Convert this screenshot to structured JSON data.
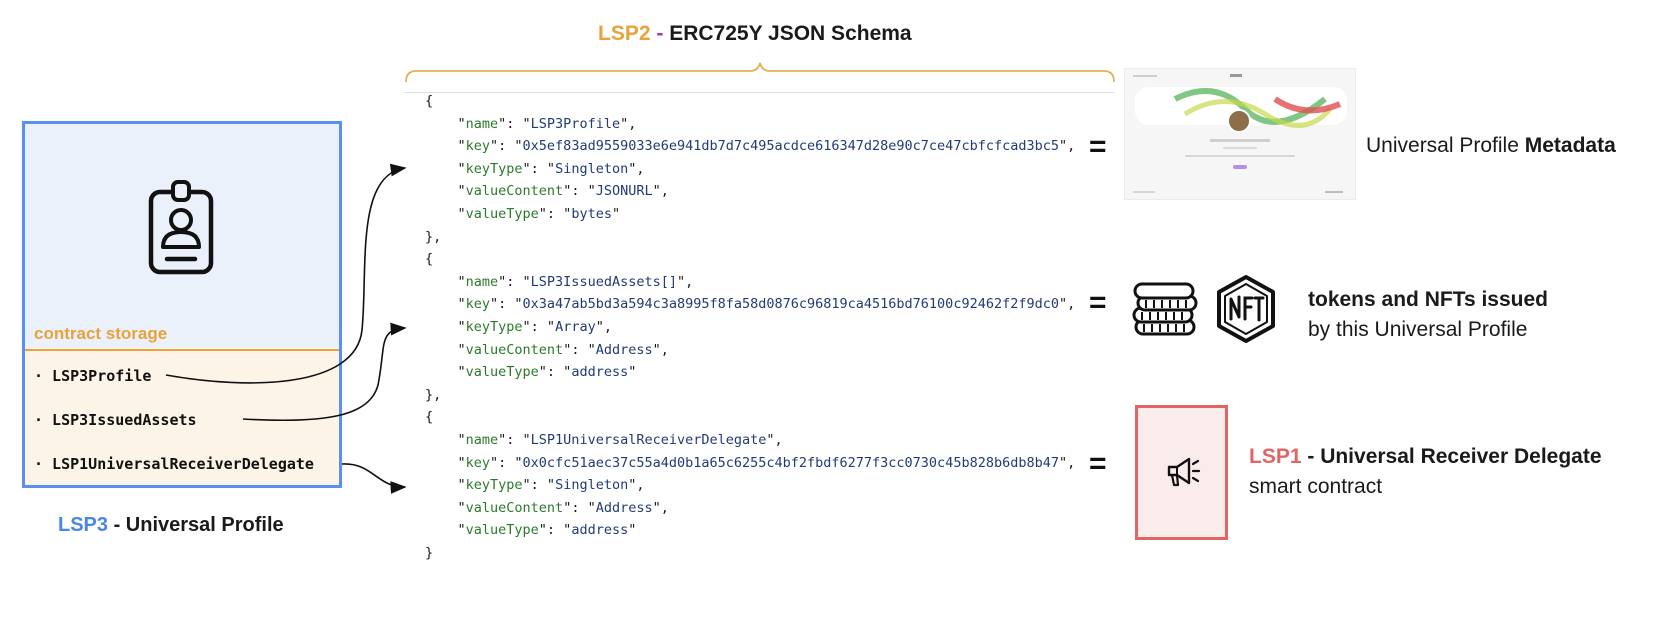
{
  "title": {
    "lsp": "LSP2",
    "dash": " - ",
    "rest": "ERC725Y JSON Schema"
  },
  "profile_box": {
    "storage_label": "contract storage",
    "items": [
      "· LSP3Profile",
      "· LSP3IssuedAssets",
      "· LSP1UniversalReceiverDelegate"
    ],
    "caption_lsp": "LSP3",
    "caption_rest": " - Universal Profile"
  },
  "schema": [
    {
      "name": "LSP3Profile",
      "key": "0x5ef83ad9559033e6e941db7d7c495acdce616347d28e90c7ce47cbfcfcad3bc5",
      "keyType": "Singleton",
      "valueContent": "JSONURL",
      "valueType": "bytes"
    },
    {
      "name": "LSP3IssuedAssets[]",
      "key": "0x3a47ab5bd3a594c3a8995f8fa58d0876c96819ca4516bd76100c92462f2f9dc0",
      "keyType": "Array",
      "valueContent": "Address",
      "valueType": "address"
    },
    {
      "name": "LSP1UniversalReceiverDelegate",
      "key": "0x0cfc51aec37c55a4d0b1a65c6255c4bf2fbdf6277f3cc0730c45b828b6db8b47",
      "keyType": "Singleton",
      "valueContent": "Address",
      "valueType": "address"
    }
  ],
  "equals": "=",
  "right": {
    "metadata_plain": "Universal Profile ",
    "metadata_bold": "Metadata",
    "tokens_title": "tokens and NFTs issued",
    "tokens_sub": "by this Universal Profile",
    "lsp1_lsp": "LSP1",
    "lsp1_rest": " - Universal Receiver Delegate",
    "lsp1_sub": "smart contract"
  },
  "icons": [
    "id-badge-icon",
    "coins-icon",
    "nft-icon",
    "megaphone-icon",
    "profile-thumbnail"
  ],
  "colors": {
    "lsp2": "#e8a33c",
    "lsp3": "#4a86e8",
    "lsp1": "#e06666",
    "box_blue": "#5b8ff0",
    "storage_orange": "#e8a33c"
  }
}
